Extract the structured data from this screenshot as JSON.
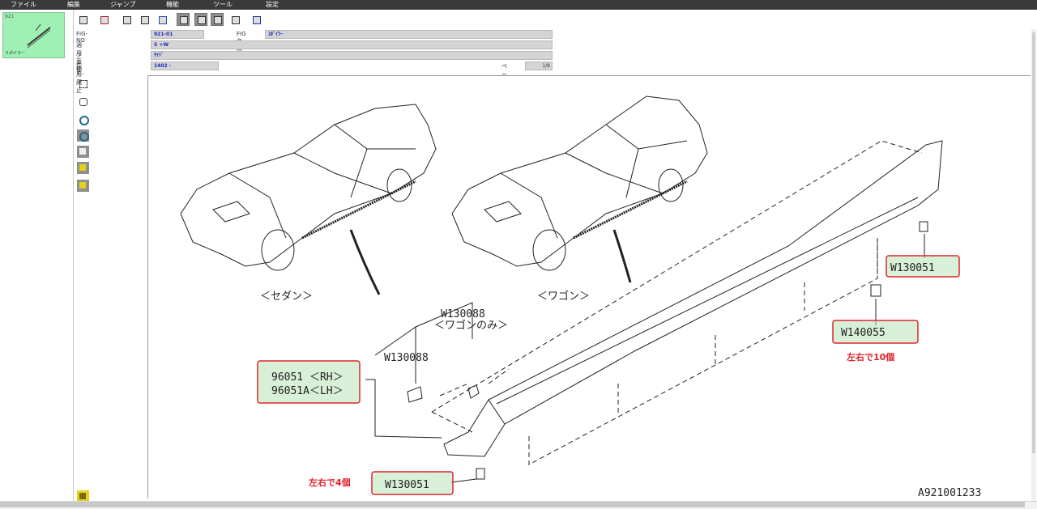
{
  "menu": [
    "ファイル",
    "編集",
    "ジャンプ",
    "機能",
    "ツール",
    "設定"
  ],
  "sidebar": {
    "thumb_id": "921",
    "thumb_label": "スポイラー"
  },
  "info": {
    "fig_no_label": "FIG-NO",
    "fig_no_value": "921-01",
    "fig_name_label": "FIG名称",
    "fig_name_value": "ｽﾎﾟｲﾗｰ",
    "model_label": "適用車種",
    "model_value": "S +W",
    "note_label": "ノート",
    "note_value": "ｻｲﾄﾞ",
    "adoption_label": "採用-廃止",
    "adoption_value": "1402 -",
    "page_label": "ページ",
    "page_value": "1/8"
  },
  "diagram": {
    "sedan_label": "＜セダン＞",
    "wagon_label": "＜ワゴン＞",
    "part_w130088_wagon": "W130088",
    "wagon_only": "＜ワゴンのみ＞",
    "part_w130088": "W130088",
    "part_96051_rh": "96051 ＜RH＞",
    "part_96051a_lh": "96051A＜LH＞",
    "part_w130051_top": "W130051",
    "part_w140055": "W140055",
    "note_10": "左右で10個",
    "note_4": "左右で4個",
    "part_w130051_bottom": "W130051",
    "drawing_id": "A921001233"
  },
  "colors": {
    "highlight_border": "#e0242c",
    "highlight_fill": "#b7e4b7",
    "thumb_bg": "#9ff0b4",
    "value_text": "#1e2ab8",
    "note_red": "#e0242c"
  }
}
